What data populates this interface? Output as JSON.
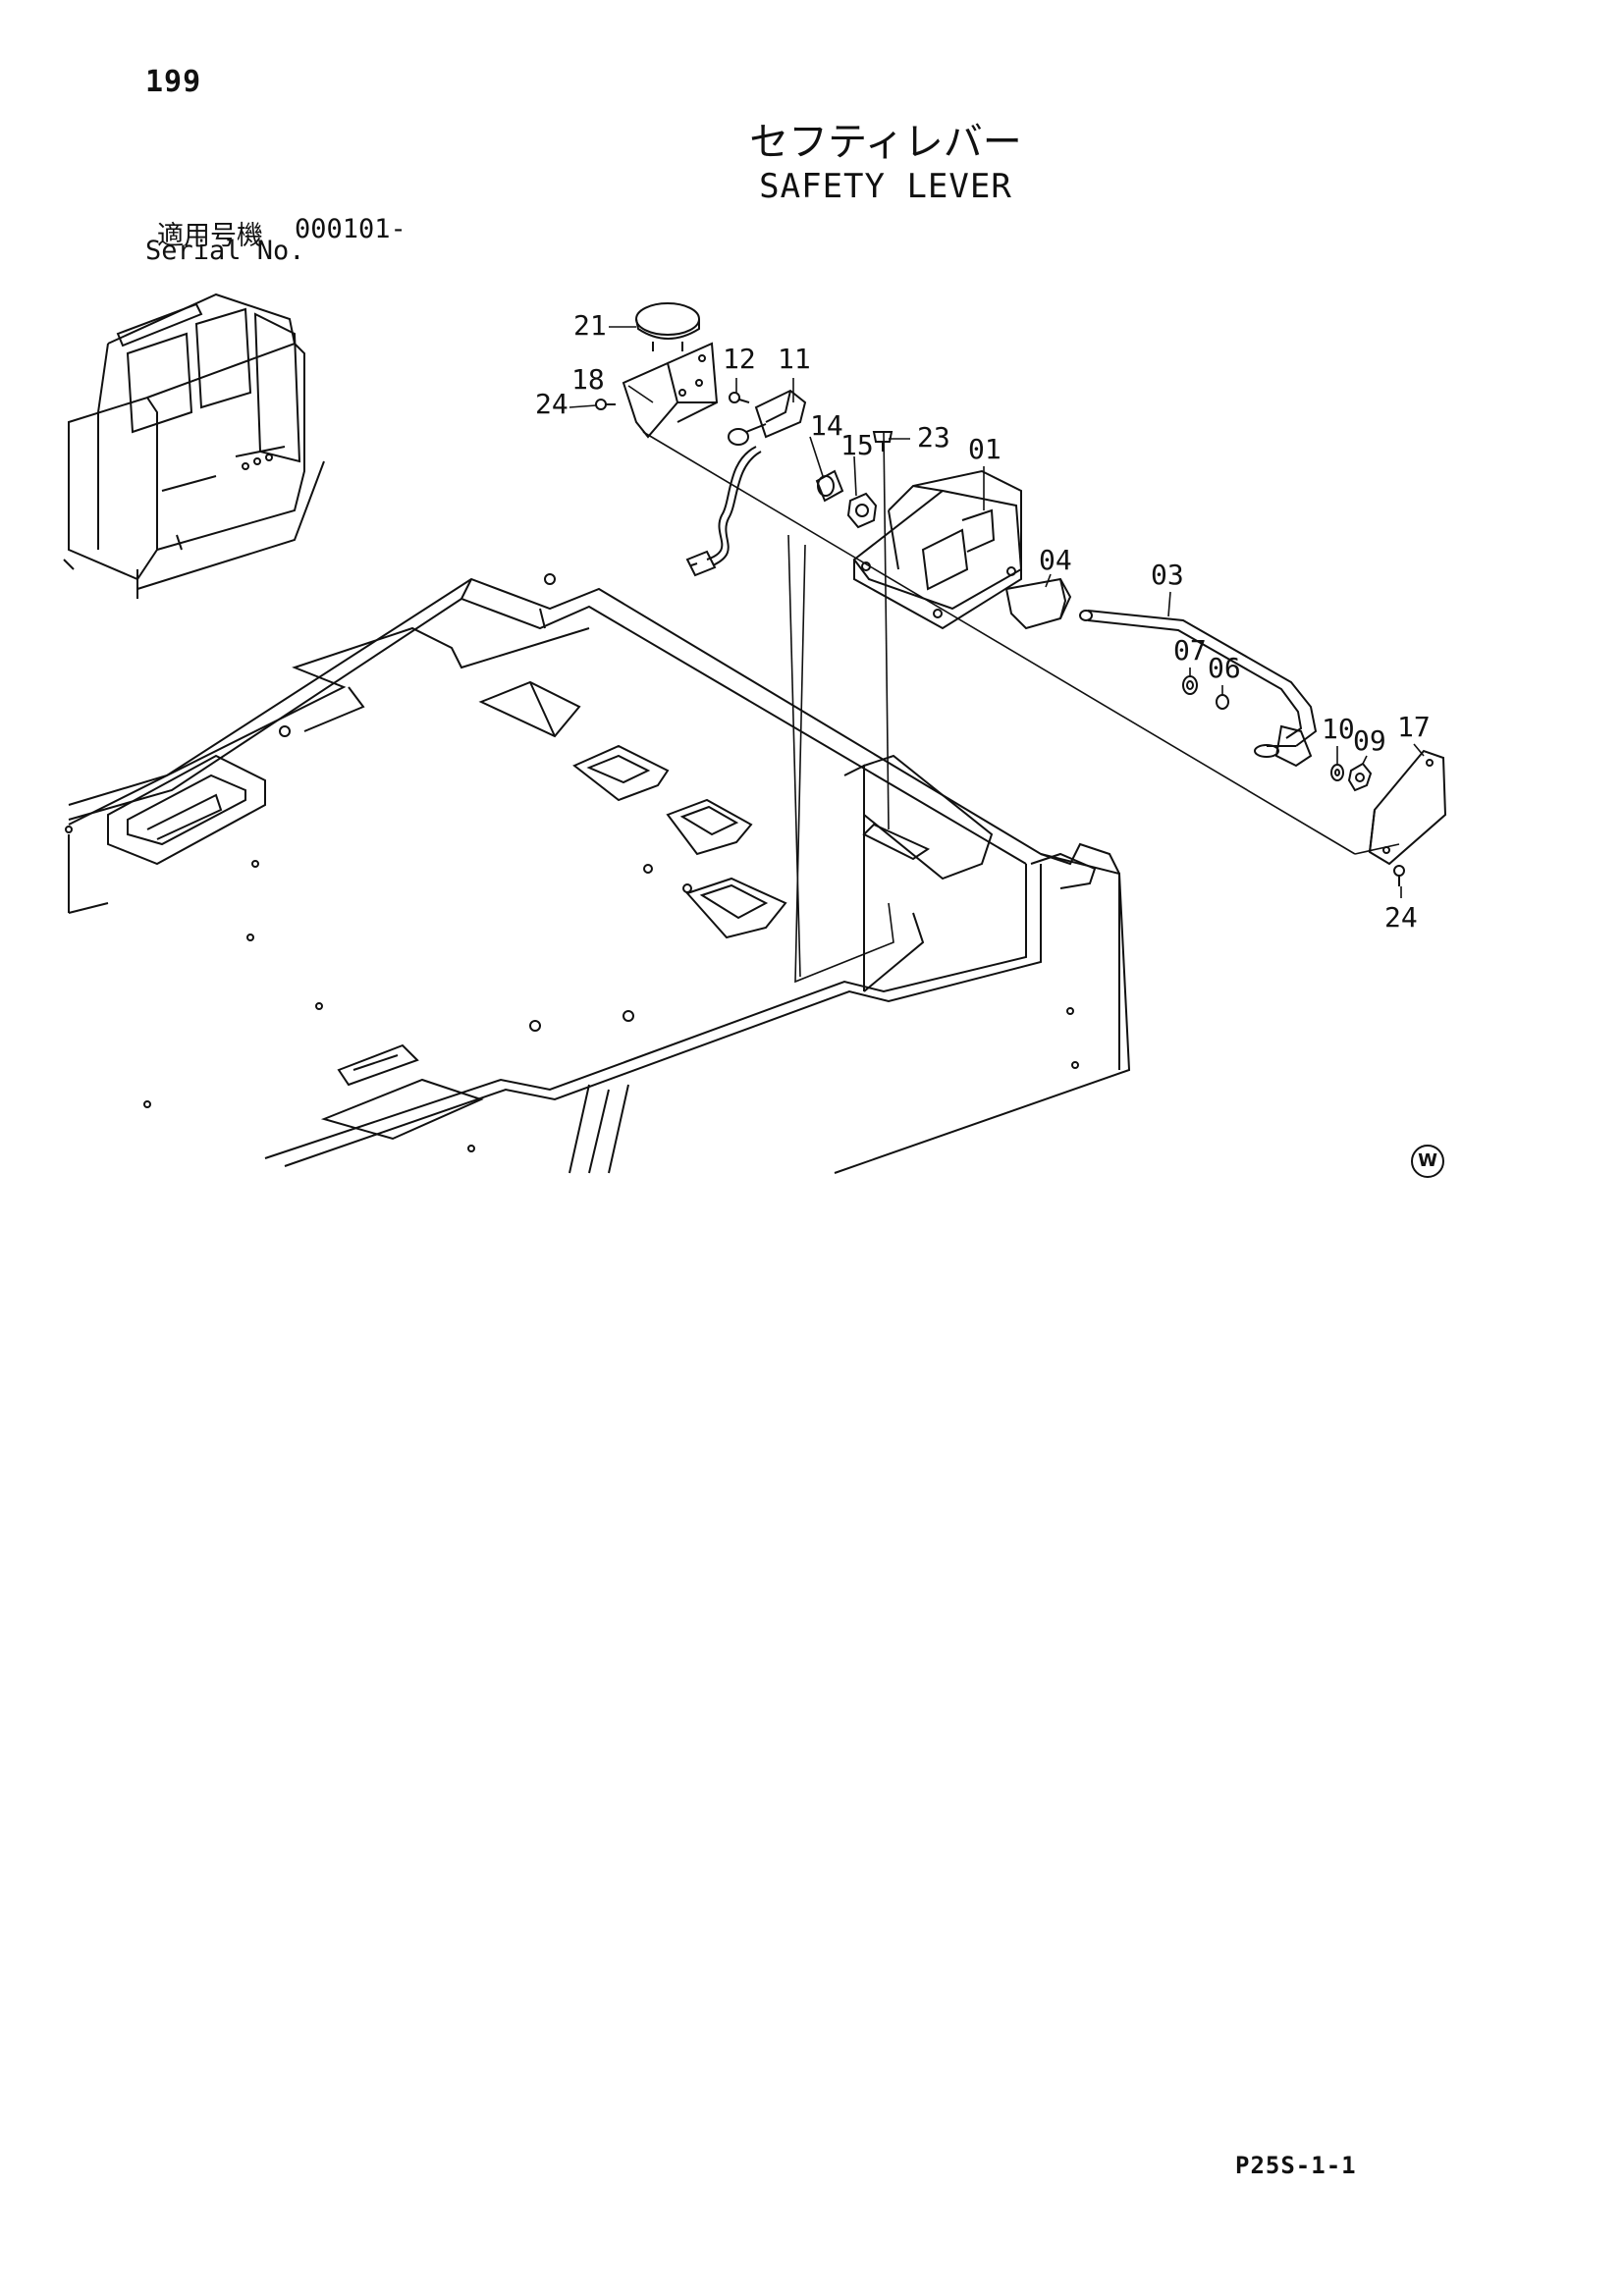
{
  "header": {
    "page_number": "199",
    "title_jp": "セフティレバー",
    "title_en": "SAFETY LEVER"
  },
  "serial": {
    "label_jp": "適用号機",
    "value": "000101-",
    "label_en": "Serial No."
  },
  "callouts": {
    "p21": "21",
    "p18": "18",
    "p24a": "24",
    "p12": "12",
    "p11": "11",
    "p14": "14",
    "p15": "15",
    "p23": "23",
    "p01": "01",
    "p04": "04",
    "p03": "03",
    "p07": "07",
    "p06": "06",
    "p10": "10",
    "p09": "09",
    "p17": "17",
    "p24b": "24"
  },
  "marks": {
    "w_symbol": "W"
  },
  "footer": {
    "code": "P25S-1-1"
  }
}
